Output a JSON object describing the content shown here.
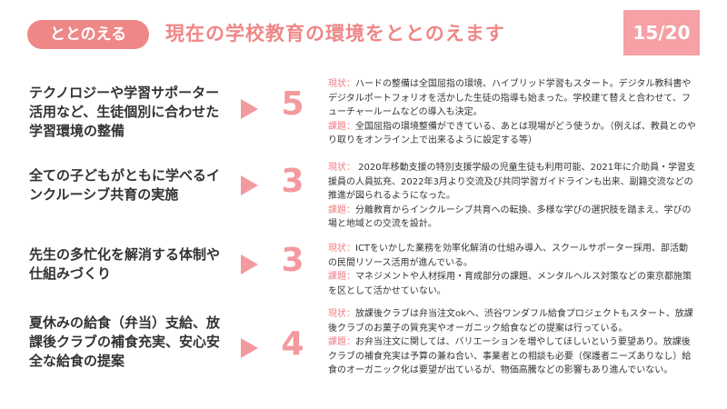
{
  "header": {
    "tag": "ととのえる",
    "title": "現在の学校教育の環境をととのえます",
    "page": "15/20"
  },
  "rows": [
    {
      "topic": "テクノロジーや学習サポーター活用など、生徒個別に合わせた学習環境の整備",
      "score": "5",
      "status_label": "現状：",
      "status": "ハードの整備は全国屈指の環境、ハイブリッド学習もスタート。デジタル教科書やデジタルポートフォリオを活かした生徒の指導も始まった。学校建て替えと合わせて、フューチャールームなどの導入も決定。",
      "issue_label": "課題：",
      "issue": "全国屈指の環境整備ができている、あとは現場がどう使うか。（例えば、教員とのやり取りをオンライン上で出来るように設定する等）"
    },
    {
      "topic": "全ての子どもがともに学べるインクルーシブ共育の実施",
      "score": "3",
      "status_label": "現状：",
      "status": " 2020年移動支援の特別支援学級の児童生徒も利用可能、2021年に介助員・学習支援員の人員拡充、2022年3月より交流及び共同学習ガイドラインも出来、副籍交流などの推進が図られるようになった。",
      "issue_label": "課題：",
      "issue": "分離教育からインクルーシブ共育への転換、多様な学びの選択肢を踏まえ、学びの場と地域との交流を設計。"
    },
    {
      "topic": "先生の多忙化を解消する体制や仕組みづくり",
      "score": "3",
      "status_label": "現状：",
      "status": "ICTをいかした業務を効率化解消の仕組み導入、スクールサポーター採用、部活動の民間リソース活用が進んでいる。",
      "issue_label": "課題：",
      "issue": "マネジメントや人材採用・育成部分の課題、メンタルヘルス対策などの東京都施策を区として活かせていない。"
    },
    {
      "topic": "夏休みの給食（弁当）支給、放課後クラブの補食充実、安心安全な給食の提案",
      "score": "4",
      "status_label": "現状：",
      "status": "放課後クラブは弁当注文okへ、渋谷ワンダフル給食プロジェクトもスタート、放課後クラブのお菓子の質充実やオーガニック給食などの提案は行っている。",
      "issue_label": "課題：",
      "issue": "お弁当注文に関しては、バリエーションを増やしてほしいという要望あり。放課後クラブの補食充実は予算の兼ね合い、事業者との相談も必要（保護者ニーズありなし）給食のオーガニック化は要望が出ているが、物価高騰などの影響もあり進んでいない。"
    }
  ]
}
